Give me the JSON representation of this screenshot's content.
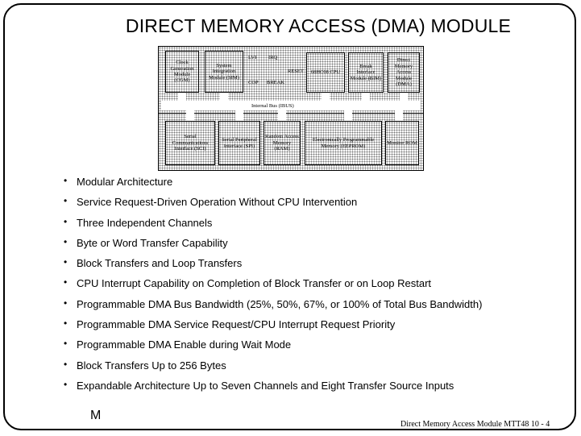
{
  "title": "DIRECT MEMORY ACCESS (DMA) MODULE",
  "diagram": {
    "blocks": {
      "cgm": "Clock Generation Module (CGM)",
      "sim": "System Integration Module (SIM)",
      "lvi": "LVI",
      "irq": "IRQ",
      "cop": "COP",
      "break": "BREAK",
      "reset": "RESET",
      "cpu": "68HC08 CPU",
      "bim": "Break Interface Module (BIM)",
      "dma": "Direct Memory Access Module (DMA)",
      "sci": "Serial Communications Interface (SCI)",
      "spi": "Serial Peripheral Interface (SPI)",
      "ram": "Random Access Memory (RAM)",
      "eeprom": "Electronically Programmable Memory (EEPROM)",
      "rom": "Monitor ROM"
    },
    "bus_label": "Internal Bus (IBUS)"
  },
  "bullets": [
    "Modular Architecture",
    "Service Request-Driven Operation Without CPU Intervention",
    "Three Independent Channels",
    "Byte or Word Transfer Capability",
    "Block Transfers and Loop Transfers",
    "CPU Interrupt Capability on Completion of Block Transfer or on Loop Restart",
    "Programmable DMA Bus Bandwidth (25%, 50%, 67%, or 100% of Total Bus Bandwidth)",
    "Programmable DMA Service Request/CPU Interrupt Request Priority",
    "Programmable DMA Enable during Wait Mode",
    "Block Transfers Up to 256 Bytes",
    "Expandable Architecture Up to Seven Channels and Eight Transfer Source Inputs"
  ],
  "logo": "M",
  "footer": "Direct Memory Access Module MTT48 10 - 4"
}
